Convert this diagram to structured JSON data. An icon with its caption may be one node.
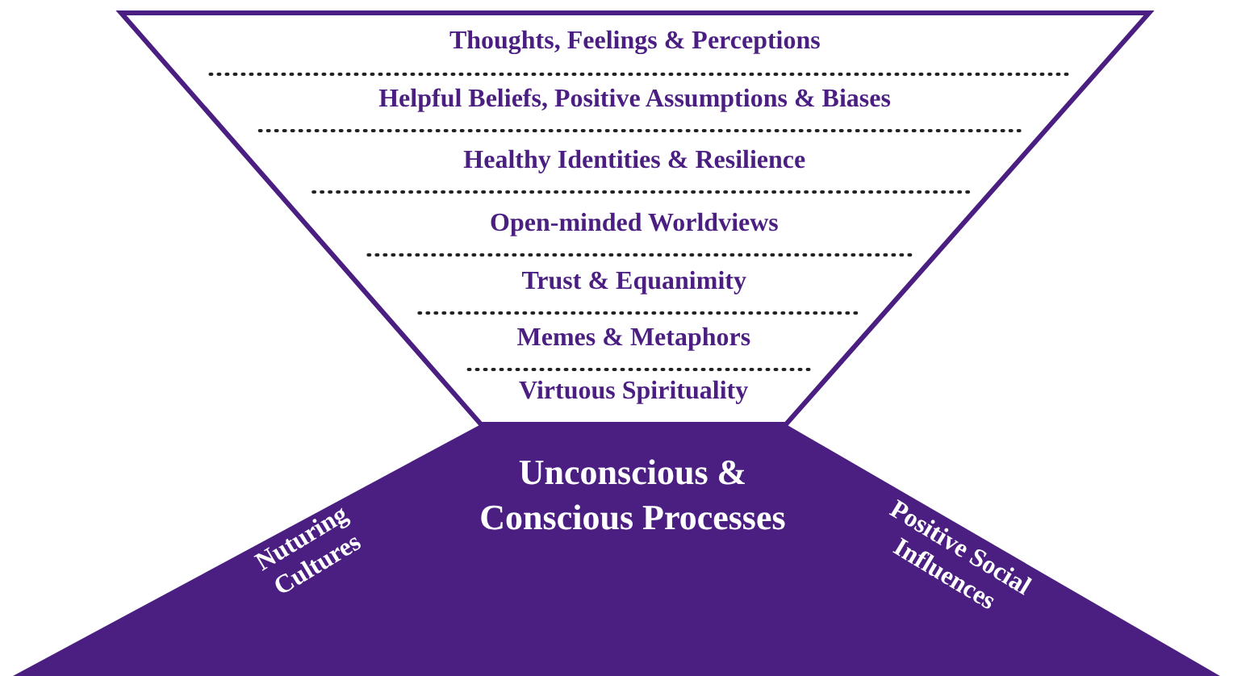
{
  "diagram": {
    "nodes": [
      {
        "text": [
          "Thoughts, Feelings & Perceptions"
        ]
      },
      {
        "text": [
          "Helpful Beliefs, Positive Assumptions & Biases"
        ]
      },
      {
        "text": [
          "Healthy Identities & Resilience"
        ]
      },
      {
        "text": [
          "Open-minded Worldviews"
        ]
      },
      {
        "text": [
          "Trust & Equanimity"
        ]
      },
      {
        "text": [
          "Memes & Metaphors"
        ]
      },
      {
        "text": [
          "Virtuous Spirituality"
        ]
      },
      {
        "text": [
          "Unconscious & Conscious Processes",
          "Nuturing Cultures",
          "Positive Social Influences"
        ]
      }
    ]
  }
}
